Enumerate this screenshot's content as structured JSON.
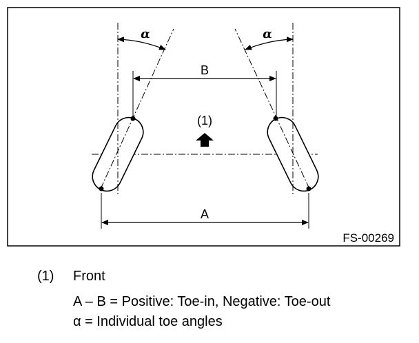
{
  "diagram": {
    "label_alpha": "α",
    "label_B": "B",
    "label_A": "A",
    "front_marker": "(1)",
    "figure_code": "FS-00269"
  },
  "legend": {
    "number": "(1)",
    "front": "Front",
    "formula": "A – B = Positive: Toe-in, Negative: Toe-out",
    "alpha_symbol": "α",
    "alpha_text": " = Individual toe angles"
  },
  "colors": {
    "ink": "#000000",
    "background": "#ffffff"
  },
  "icons": {
    "front_arrow": "arrow-up-icon"
  }
}
